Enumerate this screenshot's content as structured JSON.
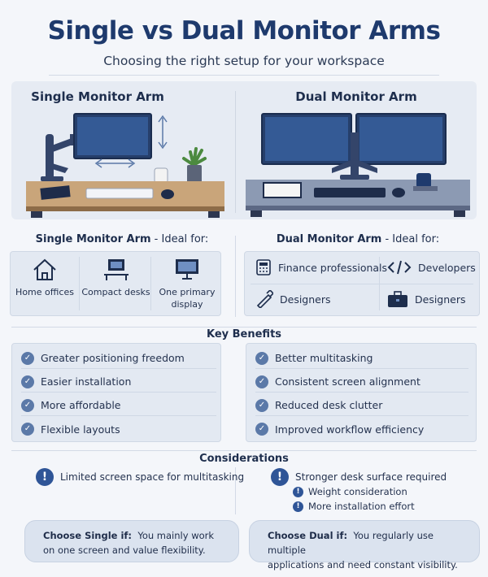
{
  "header": {
    "title": "Single vs Dual Monitor Arms",
    "subtitle": "Choosing the right setup for your workspace"
  },
  "hero": {
    "single_title": "Single Monitor Arm",
    "dual_title": "Dual Monitor Arm"
  },
  "ideal": {
    "single_head": "Single Monitor Arm",
    "dual_head": "Dual Monitor Arm",
    "suffix": " - Ideal for:",
    "single_items": [
      {
        "label": "Home offices",
        "icon": "house-icon"
      },
      {
        "label": "Compact desks",
        "icon": "desk-icon"
      },
      {
        "label": "One primary display",
        "icon": "monitor-icon"
      }
    ],
    "dual_items": [
      {
        "label": "Finance professionals",
        "icon": "calculator-icon"
      },
      {
        "label": "Developers",
        "icon": "code-icon"
      },
      {
        "label": "Designers",
        "icon": "pen-tool-icon"
      },
      {
        "label": "Designers",
        "icon": "briefcase-icon"
      }
    ]
  },
  "benefits": {
    "heading": "Key Benefits",
    "single": [
      "Greater positioning freedom",
      "Easier installation",
      "More affordable",
      "Flexible layouts"
    ],
    "dual": [
      "Better multitasking",
      "Consistent screen alignment",
      "Reduced desk clutter",
      "Improved workflow efficiency"
    ]
  },
  "considerations": {
    "heading": "Considerations",
    "single": "Limited screen space for multitasking",
    "dual_main": "Stronger desk surface required",
    "dual_sub": [
      "Weight consideration",
      "More installation effort"
    ]
  },
  "choose": {
    "single_label": "Choose Single if:",
    "single_text": "You mainly work",
    "single_text2": "on one screen and value flexibility.",
    "dual_label": "Choose Dual if:",
    "dual_text": "You regularly use multiple",
    "dual_text2": "applications and need constant visibility."
  },
  "colors": {
    "accent": "#1e3a6d",
    "panel": "#e3e9f2",
    "monitor": "#2c4a80",
    "desk_wood": "#c9a57a",
    "desk_grey": "#8c9ab3"
  }
}
